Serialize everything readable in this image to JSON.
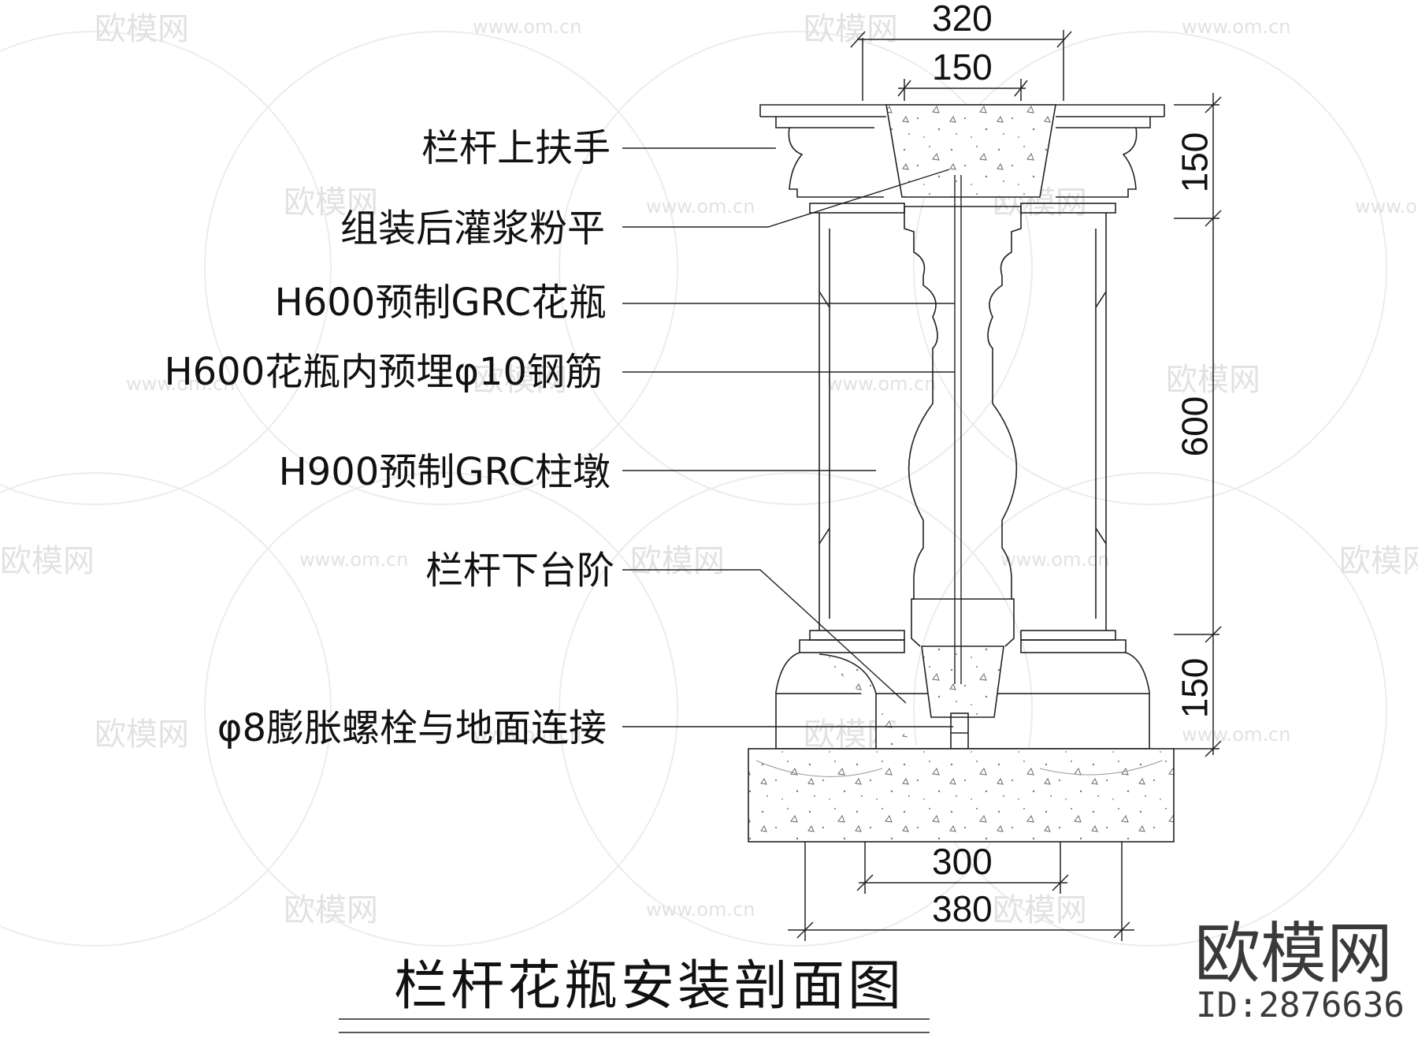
{
  "diagram": {
    "title": "栏杆花瓶安装剖面图",
    "labels": [
      "栏杆上扶手",
      "组装后灌浆粉平",
      "H600预制GRC花瓶",
      "H600花瓶内预埋φ10钢筋",
      "H900预制GRC柱墩",
      "栏杆下台阶",
      "φ8膨胀螺栓与地面连接"
    ],
    "dimensions": {
      "top_outer": "320",
      "top_inner": "150",
      "right_top": "150",
      "right_middle": "600",
      "right_bottom": "150",
      "bottom_inner": "300",
      "bottom_outer": "380"
    }
  },
  "watermark": {
    "brand": "欧模网",
    "site": "www.om.cn",
    "id": "ID:2876636"
  }
}
